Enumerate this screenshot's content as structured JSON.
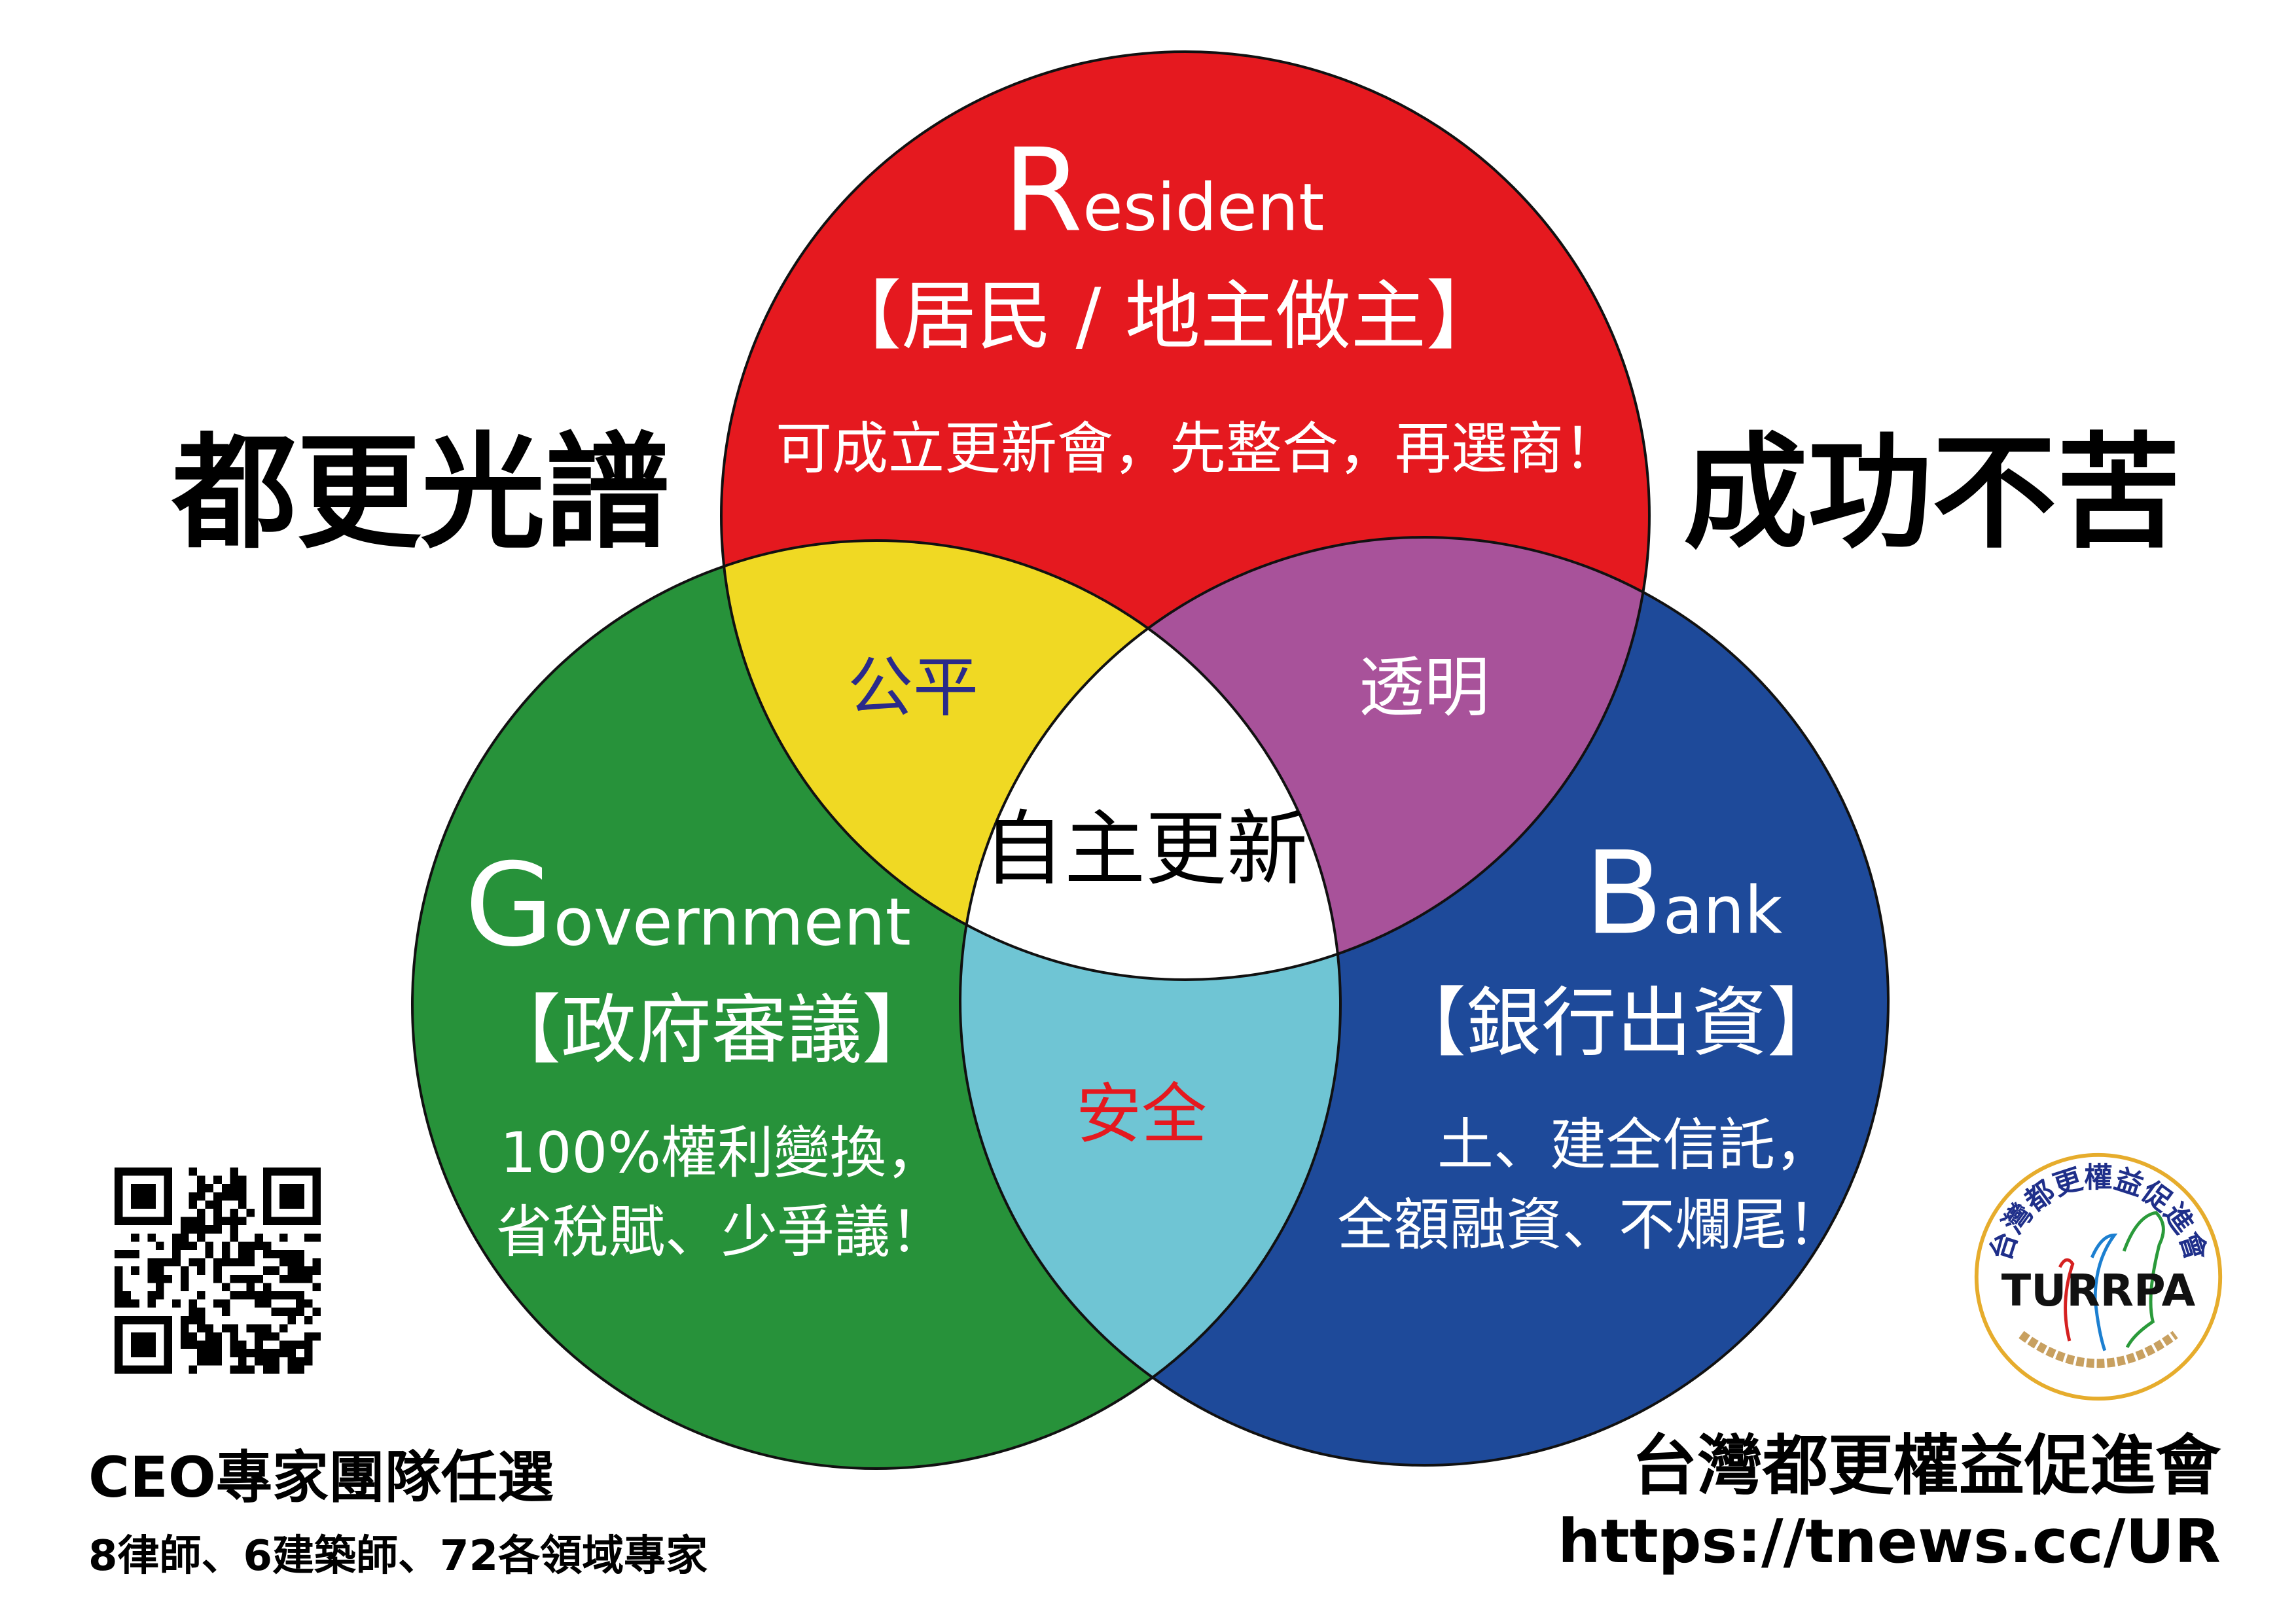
{
  "left_title": "都更光譜",
  "right_title": "成功不苦",
  "colors": {
    "resident": "#e5191f",
    "government": "#27923a",
    "bank": "#1e4a9a",
    "fairness": "#f0d923",
    "transparency": "#a8529a",
    "safety": "#6fc5d4",
    "center": "#ffffff"
  },
  "resident": {
    "initial": "R",
    "rest": "esident",
    "bracket": "【居民 / 地主做主】",
    "desc": "可成立更新會，先整合，再選商！"
  },
  "government": {
    "initial": "G",
    "rest": "overnment",
    "bracket": "【政府審議】",
    "desc_line1": "100%權利變換，",
    "desc_line2": "省稅賦、少爭議！"
  },
  "bank": {
    "initial": "B",
    "rest": "ank",
    "bracket": "【銀行出資】",
    "desc_line1": "土、建全信託，",
    "desc_line2": "全額融資、不爛尾！"
  },
  "overlaps": {
    "fairness": "公平",
    "transparency": "透明",
    "safety": "安全",
    "center": "自主更新"
  },
  "footer_left": {
    "line1": "CEO專家團隊任選",
    "line2": "8律師、6建築師、72各領域專家"
  },
  "footer_right": {
    "org": "台灣都更權益促進會",
    "url": "https://tnews.cc/UR"
  },
  "logo": {
    "ring_text": "台灣都更權益促進會",
    "mark": "TURRPA"
  }
}
